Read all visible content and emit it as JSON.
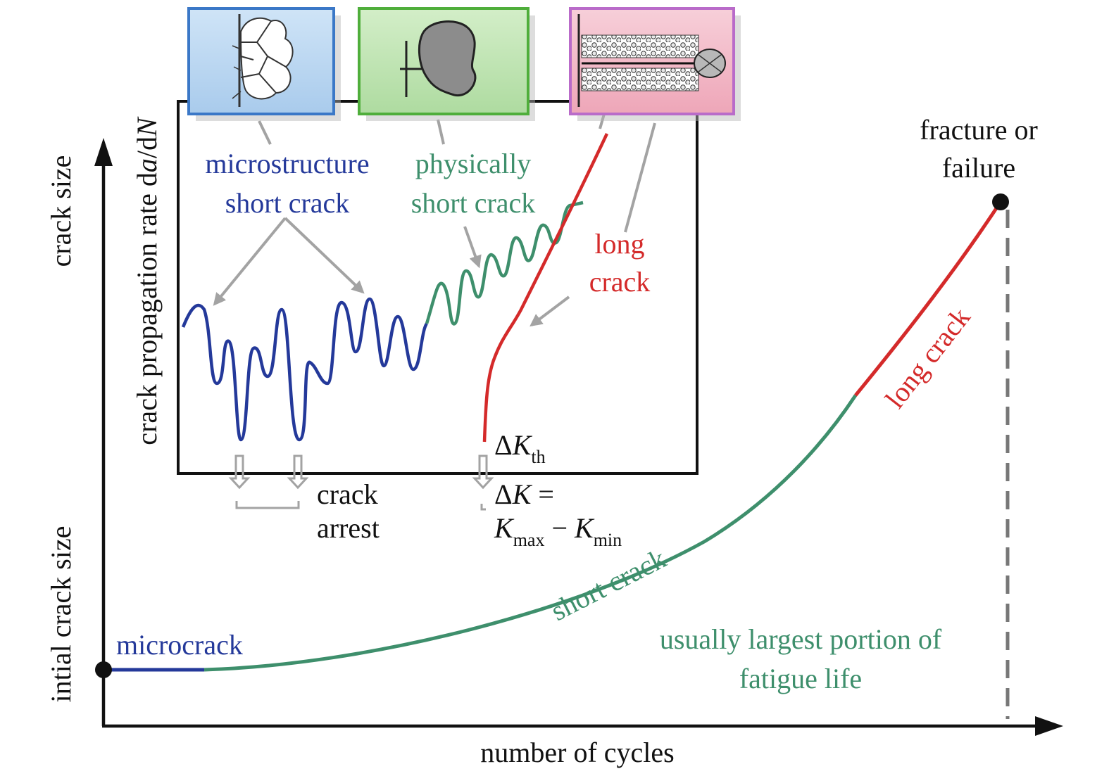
{
  "main_axes": {
    "y_label_top": "crack size",
    "y_label_bottom": "intial crack size",
    "x_label": "number of cycles"
  },
  "growth_curve": {
    "microcrack_label": "microcrack",
    "short_crack_label": "short crack",
    "long_crack_label": "long crack",
    "failure_label_line1": "fracture or",
    "failure_label_line2": "failure",
    "portion_line1": "usually largest portion of",
    "portion_line2": "fatigue life"
  },
  "inset": {
    "y_label_prefix": "crack propagation rate d",
    "y_label_var": "a",
    "y_label_mid": "/d",
    "y_label_var2": "N",
    "micro_line1": "microstructure",
    "micro_line2": "short crack",
    "phys_line1": "physically",
    "phys_line2": "short crack",
    "long_line1": "long",
    "long_line2": "crack",
    "arrest_line1": "crack",
    "arrest_line2": "arrest",
    "kth_delta": "Δ",
    "kth_var": "K",
    "kth_sub": "th",
    "dk_delta": "Δ",
    "dk_var": "K",
    "dk_eq": " =",
    "kmax_var": "K",
    "kmax_sub": "max",
    "minus": " − ",
    "kmin_var": "K",
    "kmin_sub": "min"
  },
  "colors": {
    "micro": "#24399a",
    "short": "#3e8f6c",
    "long": "#d42a2a",
    "axis": "#111111",
    "grey_arrow": "#a3a3a3",
    "box_blue": "#b9d6f0",
    "box_green": "#bfe3b3",
    "box_pink": "#f2b8c6"
  },
  "icons": [
    "grain-boundary-icon",
    "single-grain-icon",
    "long-crack-path-icon"
  ]
}
